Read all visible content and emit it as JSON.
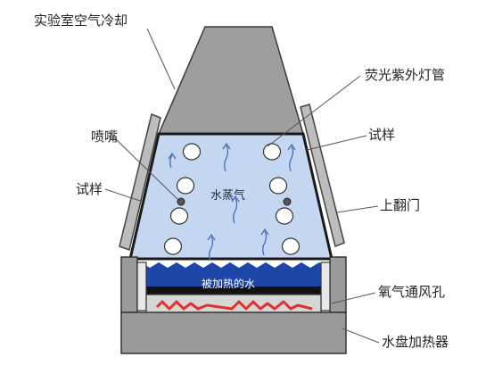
{
  "labels": {
    "lab_air_cooling": "实验室空气冷却",
    "uv_lamp": "荧光紫外灯管",
    "nozzle": "喷嘴",
    "sample_left": "试样",
    "sample_right": "试样",
    "flip_door": "上翻门",
    "water_vapor": "水蒸气",
    "heated_water": "被加热的水",
    "oxygen_vent": "氧气通风孔",
    "water_pan_heater": "水盘加热器"
  },
  "colors": {
    "chamber_fill": "#c5d6f0",
    "water": "#1e46a8",
    "heater_coil": "#e03030",
    "housing": "#9a9a9a",
    "lamp": "#ffffff",
    "vapor_arrow": "#4a6eb8"
  }
}
